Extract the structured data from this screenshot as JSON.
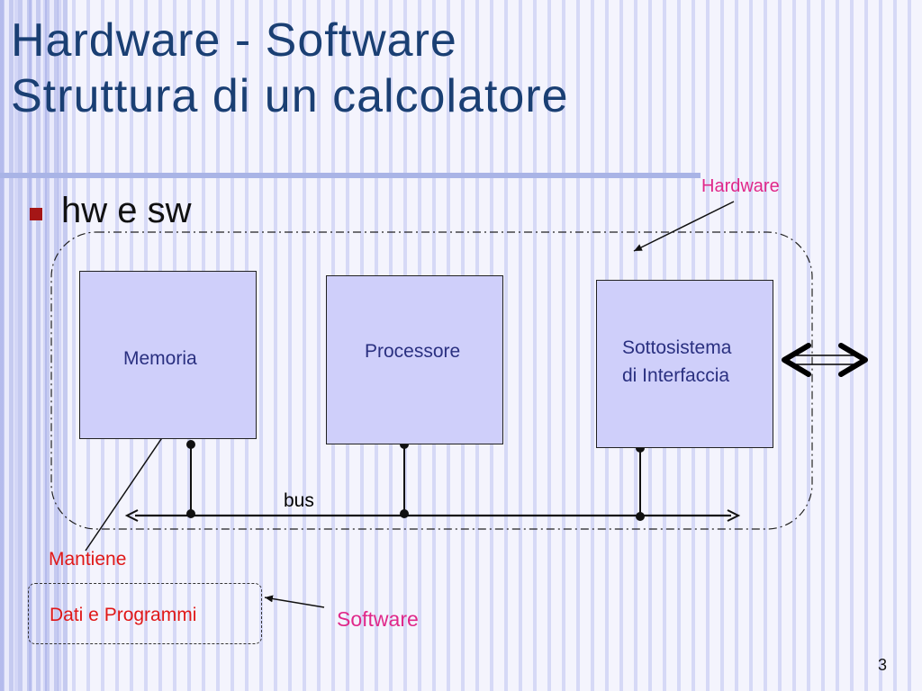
{
  "slide": {
    "title_line1": "Hardware - Software",
    "title_line2": "Struttura di un calcolatore",
    "bullet": "hw e sw",
    "page_number": "3"
  },
  "diagram": {
    "blocks": {
      "memoria": "Memoria",
      "processore": "Processore",
      "interfaccia_line1": "Sottosistema",
      "interfaccia_line2": "di Interfaccia"
    },
    "bus_label": "bus",
    "hardware_label": "Hardware",
    "software_label": "Software",
    "mantiene_label": "Mantiene",
    "dati_programmi_label": "Dati e Programmi"
  },
  "colors": {
    "title": "#1a3f73",
    "block_fill": "#cfcffa",
    "block_text": "#2a3080",
    "hardware_label": "#e0288a",
    "software_label": "#e0288a",
    "mantiene_label": "#e01818",
    "bullet": "#a51616"
  }
}
